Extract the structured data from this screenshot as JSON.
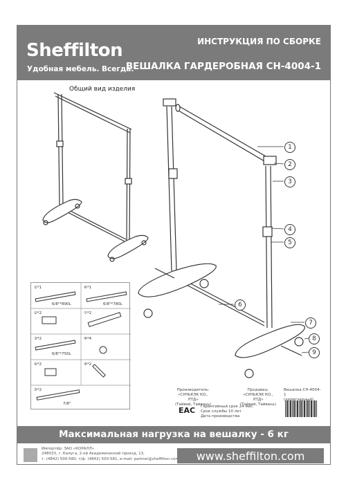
{
  "header": {
    "brand": "Sheffilton",
    "tagline": "Удобная мебель. Всегда.",
    "title_line1": "ИНСТРУКЦИЯ ПО СБОРКЕ",
    "title_line2": "ВЕШАЛКА ГАРДЕРОБНАЯ СН-4004-1"
  },
  "overview_label": "Общий вид изделия",
  "callouts": [
    "1",
    "2",
    "3",
    "4",
    "5",
    "6",
    "7",
    "8",
    "9"
  ],
  "parts": [
    {
      "num": "①*1",
      "dim": "6/8\"*890L"
    },
    {
      "num": "⑥*1",
      "dim": "6/8\"*780L"
    },
    {
      "num": "②*2",
      "dim": ""
    },
    {
      "num": "⑦*2",
      "dim": ""
    },
    {
      "num": "③*2",
      "dim": "6/8\"*750L"
    },
    {
      "num": "⑧*4",
      "dim": ""
    },
    {
      "num": "④*2",
      "dim": ""
    },
    {
      "num": "⑨*2",
      "dim": ""
    },
    {
      "num": "⑤*2",
      "dim": "7/8\""
    }
  ],
  "info": {
    "manufacturer_title": "Производитель:",
    "manufacturer_name": "«СУНЬКЭК КО., ЛТД»",
    "manufacturer_country": "(Тайвей, Тайвань)",
    "seller_title": "Продавец:",
    "seller_name": "«СУНЬКЭК КО., ЛТД»",
    "seller_country": "(Тайвей, Тайвань)",
    "eac": "EAC",
    "warranty": "Гарантийный срок 24 мес.",
    "service_life": "Срок службы 10 лет",
    "production_date": "Дата производства",
    "model": "Вешалка СН-4004-1",
    "finish": "(хромгчерный)"
  },
  "footer": {
    "max_load": "Максимальная нагрузка на вешалку - 6 кг",
    "importer_line1": "Импортёр: ЗАО «КОРАЛЛ»",
    "importer_line2": "248033, г. Калуга, 2-ой Академический проезд, 13,",
    "importer_line3": "т. (4842) 500-580, т/ф. (4842) 500-581, e-mail: partner@sheffilton.com",
    "website": "www.sheffilton.com"
  }
}
